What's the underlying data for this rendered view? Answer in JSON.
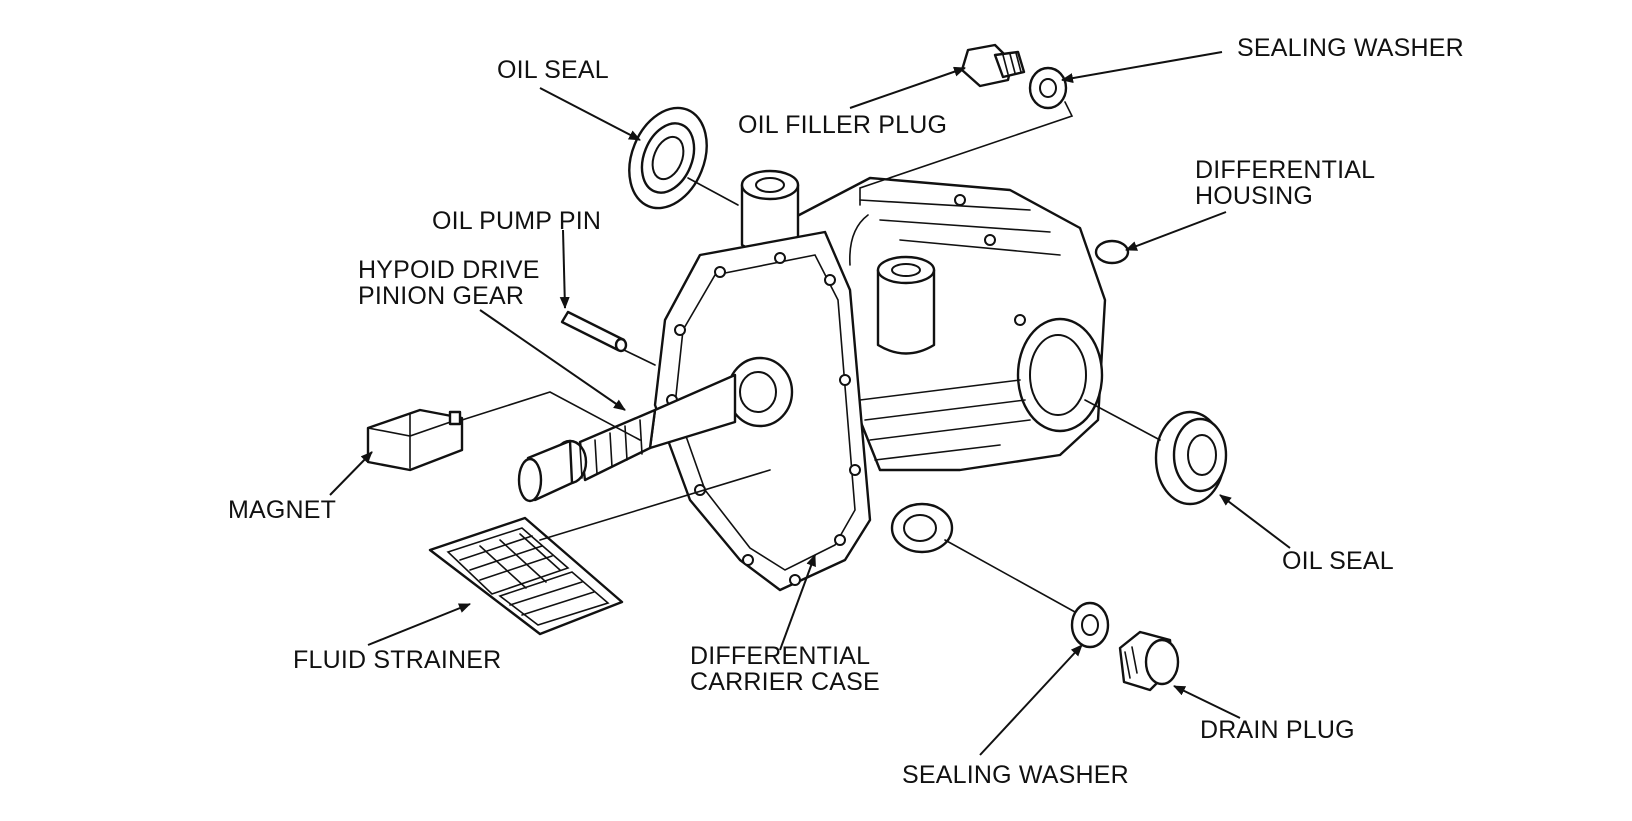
{
  "diagram": {
    "labels": {
      "oil_seal_top": "OIL SEAL",
      "oil_filler_plug": "OIL FILLER PLUG",
      "sealing_washer_top": "SEALING WASHER",
      "differential_housing_1": "DIFFERENTIAL",
      "differential_housing_2": "HOUSING",
      "oil_pump_pin": "OIL PUMP PIN",
      "hypoid_drive_1": "HYPOID DRIVE",
      "hypoid_drive_2": "PINION GEAR",
      "magnet": "MAGNET",
      "fluid_strainer": "FLUID STRAINER",
      "carrier_case_1": "DIFFERENTIAL",
      "carrier_case_2": "CARRIER CASE",
      "oil_seal_right": "OIL SEAL",
      "sealing_washer_bottom": "SEALING WASHER",
      "drain_plug": "DRAIN PLUG"
    },
    "colors": {
      "ink": "#111111",
      "paper": "#ffffff"
    }
  }
}
